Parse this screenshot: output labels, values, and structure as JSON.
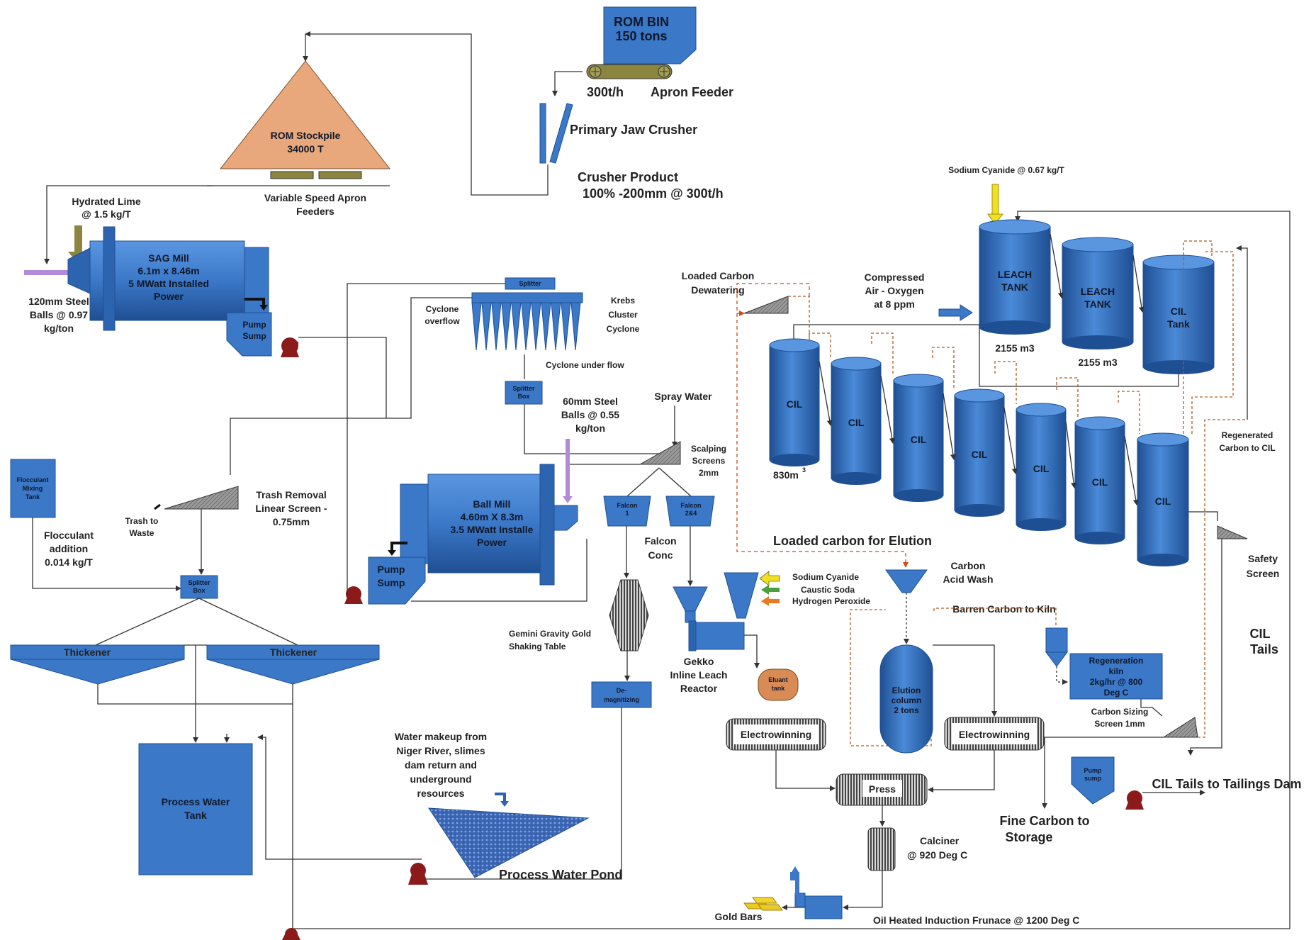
{
  "colors": {
    "blue_main": "#3b78c8",
    "blue_dark": "#1f4f93",
    "blue_light": "#5a96e0",
    "stockpile": "#e8a87c",
    "pump_red": "#8b1a1a",
    "olive": "#8b8540",
    "yellow": "#f0e020",
    "eluant": "#d98b55",
    "gold": "#e8cc20"
  },
  "labels": {
    "rom_bin_1": "ROM BIN",
    "rom_bin_2": "150 tons",
    "throughput": "300t/h",
    "apron_feeder": "Apron Feeder",
    "jaw_crusher": "Primary Jaw Crusher",
    "crusher_product_1": "Crusher Product",
    "crusher_product_2": "100% -200mm @ 300t/h",
    "stockpile_1": "ROM Stockpile",
    "stockpile_2": "34000 T",
    "variable_feeders_1": "Variable  Speed Apron",
    "variable_feeders_2": "Feeders",
    "hydrated_lime_1": "Hydrated  Lime",
    "hydrated_lime_2": "@ 1.5 kg/T",
    "sag_mill_1": "SAG Mill",
    "sag_mill_2": "6.1m x 8.46m",
    "sag_mill_3": "5 MWatt Installed",
    "sag_mill_4": "Power",
    "pump_sump_1": "Pump",
    "pump_sump_2": "Sump",
    "steel_balls_120_1": "120mm Steel",
    "steel_balls_120_2": "Balls @ 0.97",
    "steel_balls_120_3": "kg/ton",
    "splitter": "Splitter",
    "cyclone_overflow_1": "Cyclone",
    "cyclone_overflow_2": "overflow",
    "krebs_1": "Krebs",
    "krebs_2": "Cluster",
    "krebs_3": "Cyclone",
    "cyclone_underflow": "Cyclone under flow",
    "splitter_box_1": "Splitter",
    "splitter_box_2": "Box",
    "steel_balls_60_1": "60mm Steel",
    "steel_balls_60_2": "Balls @ 0.55",
    "steel_balls_60_3": "kg/ton",
    "spray_water": "Spray Water",
    "scalping_1": "Scalping",
    "scalping_2": "Screens",
    "scalping_3": "2mm",
    "ball_mill_1": "Ball Mill",
    "ball_mill_2": "4.60m X 8.3m",
    "ball_mill_3": "3.5 MWatt Installe",
    "ball_mill_4": "Power",
    "falcon_1a": "Falcon",
    "falcon_1b": "1",
    "falcon_2a": "Falcon",
    "falcon_2b": "2&4",
    "falcon_conc_1": "Falcon",
    "falcon_conc_2": "Conc",
    "flocculant_tank_1": "Flocculant",
    "flocculant_tank_2": "Mixing",
    "flocculant_tank_3": "Tank",
    "flocculant_add_1": "Flocculant",
    "flocculant_add_2": "addition",
    "flocculant_add_3": "0.014 kg/T",
    "trash_waste_1": "Trash to",
    "trash_waste_2": "Waste",
    "trash_screen_1": "Trash Removal",
    "trash_screen_2": "Linear Screen -",
    "trash_screen_3": "0.75mm",
    "thickener": "Thickener",
    "process_water_tank_1": "Process Water",
    "process_water_tank_2": "Tank",
    "water_makeup_1": "Water makeup from",
    "water_makeup_2": "Niger River, slimes",
    "water_makeup_3": "dam return and",
    "water_makeup_4": "underground",
    "water_makeup_5": "resources",
    "process_water_pond": "Process Water Pond",
    "gemini_1": "Gemini  Gravity Gold",
    "gemini_2": "Shaking Table",
    "demag_1": "De-",
    "demag_2": "magnitizing",
    "gekko_1": "Gekko",
    "gekko_2": "Inline Leach",
    "gekko_3": "Reactor",
    "eluant_1": "Eluant",
    "eluant_2": "tank",
    "electrowinning": "Electrowinning",
    "press": "Press",
    "calciner_1": "Calciner",
    "calciner_2": "@ 920 Deg C",
    "gold_bars": "Gold Bars",
    "furnace": "Oil Heated Induction Frunace @ 1200 Deg C",
    "reagent_1": "Sodium Cyanide",
    "reagent_2": "Caustic Soda",
    "reagent_3": "Hydrogen Peroxide",
    "loaded_for_elution": "Loaded carbon for Elution",
    "acid_wash_1": "Carbon",
    "acid_wash_2": "Acid Wash",
    "barren_carbon": "Barren Carbon to Kiln",
    "elution_1": "Elution",
    "elution_2": "column",
    "elution_3": "2 tons",
    "regen_kiln_1": "Regeneration",
    "regen_kiln_2": "kiln",
    "regen_kiln_3": "2kg/hr @ 800",
    "regen_kiln_4": "Deg C",
    "carbon_sizing_1": "Carbon Sizing",
    "carbon_sizing_2": "Screen 1mm",
    "fine_carbon_1": "Fine Carbon to",
    "fine_carbon_2": "Storage",
    "pump_sump_small_1": "Pump",
    "pump_sump_small_2": "sump",
    "cil_tailings_dam": "CIL Tails to Tailings Dam",
    "cil_tails_1": "CIL",
    "cil_tails_2": "Tails",
    "safety_screen_1": "Safety",
    "safety_screen_2": "Screen",
    "regen_to_cil_1": "Regenerated",
    "regen_to_cil_2": "Carbon to CIL",
    "sodium_cyanide_dose": "Sodium  Cyanide @ 0.67 kg/T",
    "air_1": "Compressed",
    "air_2": "Air - Oxygen",
    "air_3": "at 8 ppm",
    "loaded_dewatering_1": "Loaded Carbon",
    "loaded_dewatering_2": "Dewatering",
    "leach_tank_1": "LEACH",
    "leach_tank_2": "TANK",
    "cil_tank_1": "CIL",
    "cil_tank_2": "Tank",
    "vol_2155": "2155 m3",
    "cil": "CIL",
    "vol_830": "830m",
    "vol_830_sup": "3"
  }
}
